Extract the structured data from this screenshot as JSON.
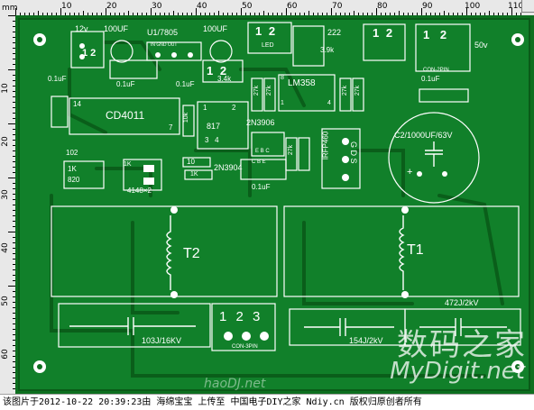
{
  "ruler": {
    "unit": "mm",
    "top_labels": [
      "10",
      "20",
      "30",
      "40",
      "50",
      "60",
      "70",
      "80",
      "90",
      "100",
      "110"
    ],
    "left_labels": [
      "10",
      "20",
      "30",
      "40",
      "50",
      "60"
    ]
  },
  "components": {
    "cap_100uf_left": "100UF",
    "reg_u1": "U1/7805",
    "reg_pins": "IN GND OUT",
    "cap_100uf_right": "100UF",
    "cap_12v": "12v",
    "j_left_pins": "1 2",
    "j_mid_pins": "1 2",
    "j_right_pins": "1 2",
    "j_right2_pins": "1 2",
    "led": "LED",
    "c222": "222",
    "r39k": "3.9k",
    "r_3_4k": "3.4k",
    "voltage_50v": "50v",
    "con2pin_top": "CON-2PIN",
    "c01uf_a": "0.1uF",
    "c01uf_b": "0.1uF",
    "c01uf_c": "0.1uF",
    "c01uf_d": "0.1uF",
    "c01uf_e": "0.1uF",
    "ic_cd4011": "CD4011",
    "ic_lm358": "LM358",
    "r27k_a": "27k",
    "r27k_b": "27k",
    "r27k_c": "27k",
    "r27k_d": "27k",
    "r27k_e": "27k",
    "r10k": "10k",
    "r1k_a": "1K",
    "r1k_b": "1K",
    "r1k_c": "1K",
    "r10": "10",
    "r102": "102",
    "r820": "820",
    "d4148": "4148×2",
    "r817": "817",
    "q2n3906": "2N3906",
    "q2n3904": "2N3904",
    "cbe": "C B E",
    "ebc": "E B C",
    "mosfet": "IRFP460",
    "mos_pins": "G D S",
    "c2": "C2/1000UF/63V",
    "t2": "T2",
    "t1": "T1",
    "c472": "472J/2kV",
    "c103": "103J/16KV",
    "c154": "154J/2kV",
    "con3_pins": "1 2 3",
    "con3_label": "CON-3PIN",
    "pin_nums_a": "14",
    "pin_nums_b": "7",
    "pin_8": "8",
    "pin_4": "4",
    "pin_1": "1",
    "pin_1b": "1",
    "pin_2": "2",
    "pin_3": "3",
    "pin_34": "3   4",
    "plus": "+"
  },
  "watermark": {
    "cn": "数码之家",
    "en": "MyDigit.net",
    "small": "haoDJ.net"
  },
  "status": "该图片于2012-10-22 20:39:23由 海绵宝宝 上传至 中国电子DIY之家 Ndiy.cn 版权归原创者所有",
  "colors": {
    "board": "#0f7a22",
    "silk": "#ffffff",
    "trace": "#0a5a18",
    "ruler": "#e8e8e8"
  }
}
